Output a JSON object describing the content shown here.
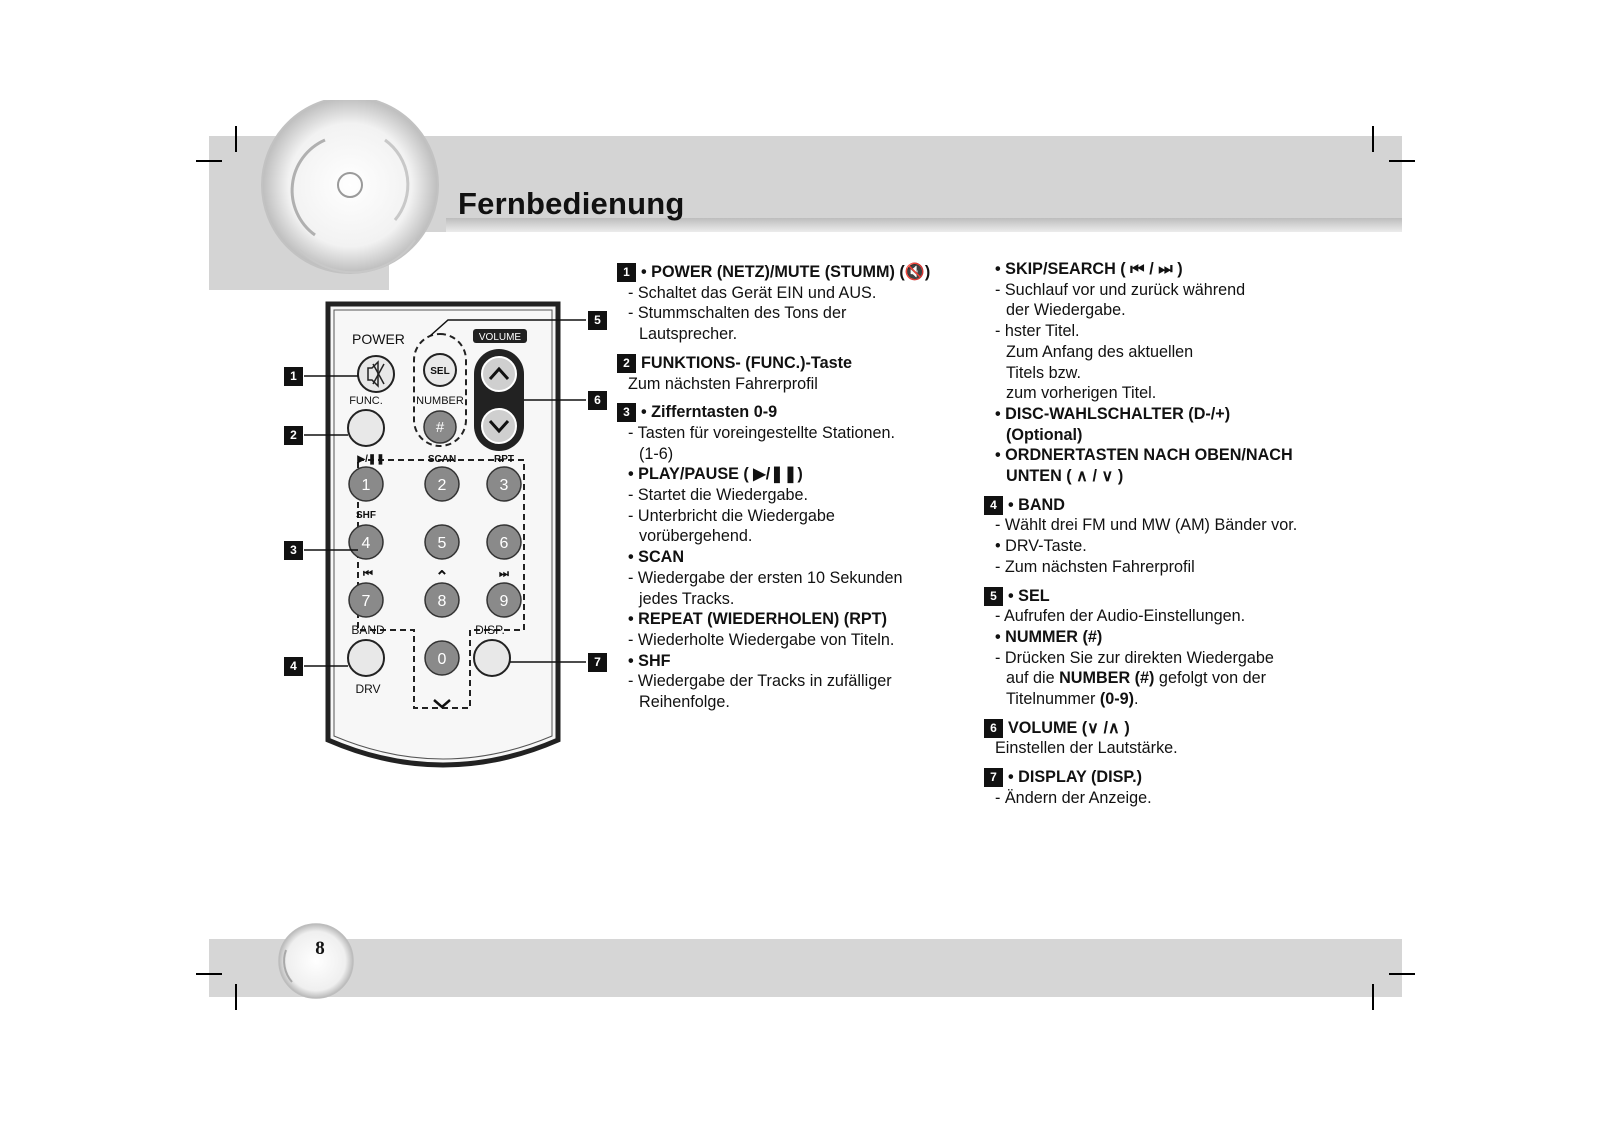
{
  "header": {
    "title": "Fernbedienung"
  },
  "footer": {
    "page_number": "8"
  },
  "remote": {
    "power": "POWER",
    "volume": "VOLUME",
    "sel": "SEL",
    "func": "FUNC.",
    "number": "NUMBER",
    "hash": "#",
    "play_pause": "▶/❚❚",
    "scan": "SCAN",
    "rpt": "RPT",
    "shf": "SHF",
    "skip_prev": "⏮",
    "up": "⌃",
    "skip_next": "⏭",
    "band": "BAND",
    "drv": "DRV",
    "disp": "DISP.",
    "keys": [
      "1",
      "2",
      "3",
      "4",
      "5",
      "6",
      "7",
      "8",
      "9",
      "0"
    ],
    "callouts": [
      "1",
      "2",
      "3",
      "4",
      "5",
      "6",
      "7"
    ]
  },
  "col1": {
    "s1_marker": "1",
    "s1_title": "• POWER (NETZ)/MUTE (STUMM) (🔇)",
    "s1_l1": "- Schaltet das Gerät EIN und AUS.",
    "s1_l2": "- Stummschalten des Tons der",
    "s1_l3": "Lautsprecher.",
    "s2_marker": "2",
    "s2_title": "FUNKTIONS- (FUNC.)-Taste",
    "s2_l1": "Zum nächsten Fahrerprofil",
    "s3_marker": "3",
    "s3_title": "• Zifferntasten 0-9",
    "s3_l1": "- Tasten für voreingestellte Stationen.",
    "s3_l2": "(1-6)",
    "s3_h2": "• PLAY/PAUSE ( ▶/❚❚)",
    "s3_l3": "- Startet die Wiedergabe.",
    "s3_l4": "- Unterbricht die Wiedergabe",
    "s3_l5": "vorübergehend.",
    "s3_h3": "• SCAN",
    "s3_l6": "- Wiedergabe der ersten 10 Sekunden",
    "s3_l7": "jedes Tracks.",
    "s3_h4": "• REPEAT (WIEDERHOLEN) (RPT)",
    "s3_l8": "- Wiederholte Wiedergabe von Titeln.",
    "s3_h5": "• SHF",
    "s3_l9": "- Wiedergabe der Tracks in zufälliger",
    "s3_l10": "Reihenfolge."
  },
  "col2": {
    "a_title": "• SKIP/SEARCH ( ⏮ / ⏭ )",
    "a_l1": "- Suchlauf vor und zurück während",
    "a_l2": "der Wiedergabe.",
    "a_l3": "- hster Titel.",
    "a_l4": "Zum Anfang des aktuellen",
    "a_l5": "Titels bzw.",
    "a_l6": "zum vorherigen Titel.",
    "a_h2": "• DISC-WAHLSCHALTER (D-/+)",
    "a_h2b": "(Optional)",
    "a_h3": "• ORDNERTASTEN NACH OBEN/NACH",
    "a_h3b": "UNTEN  ( ∧  /  ∨ )",
    "s4_marker": "4",
    "s4_title": "• BAND",
    "s4_l1": "- Wählt drei FM und MW (AM) Bänder vor.",
    "s4_l2": "• DRV-Taste.",
    "s4_l3": "- Zum nächsten Fahrerprofil",
    "s5_marker": "5",
    "s5_title": "• SEL",
    "s5_l1": "- Aufrufen der Audio-Einstellungen.",
    "s5_h2": "• NUMMER (#)",
    "s5_l2": "- Drücken Sie zur direkten Wiedergabe",
    "s5_l3a": "auf die ",
    "s5_l3b": "NUMBER (#)",
    "s5_l3c": " gefolgt von der",
    "s5_l4a": "Titelnummer ",
    "s5_l4b": "(0-9)",
    "s5_l4c": ".",
    "s6_marker": "6",
    "s6_title": "VOLUME (∨ /∧ )",
    "s6_l1": "Einstellen der Lautstärke.",
    "s7_marker": "7",
    "s7_title": "• DISPLAY (DISP.)",
    "s7_l1": "- Ändern der Anzeige."
  }
}
